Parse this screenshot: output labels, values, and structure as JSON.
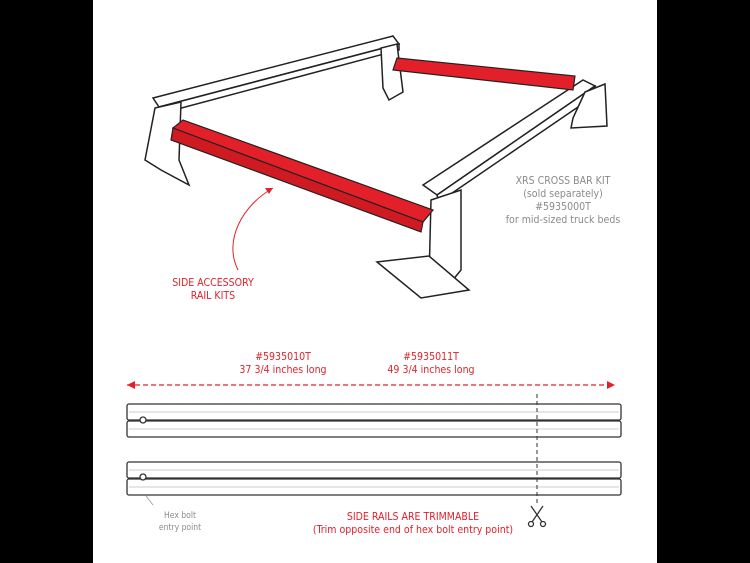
{
  "crossbar_label": {
    "title": "XRS CROSS BAR KIT",
    "note": "(sold separately)",
    "part": "#5935000T",
    "fit": "for mid-sized truck beds"
  },
  "side_rail_label": {
    "line1": "SIDE ACCESSORY",
    "line2": "RAIL KITS"
  },
  "rails": [
    {
      "part": "#5935010T",
      "length": "37 3/4 inches long"
    },
    {
      "part": "#5935011T",
      "length": "49 3/4 inches long"
    }
  ],
  "hex_bolt_label": {
    "line1": "Hex bolt",
    "line2": "entry point"
  },
  "trim_note": {
    "title": "SIDE RAILS ARE TRIMMABLE",
    "detail": "(Trim opposite end of hex bolt entry point)"
  },
  "colors": {
    "accent": "#e3202a",
    "line": "#222222",
    "muted": "#8a8a8a"
  }
}
